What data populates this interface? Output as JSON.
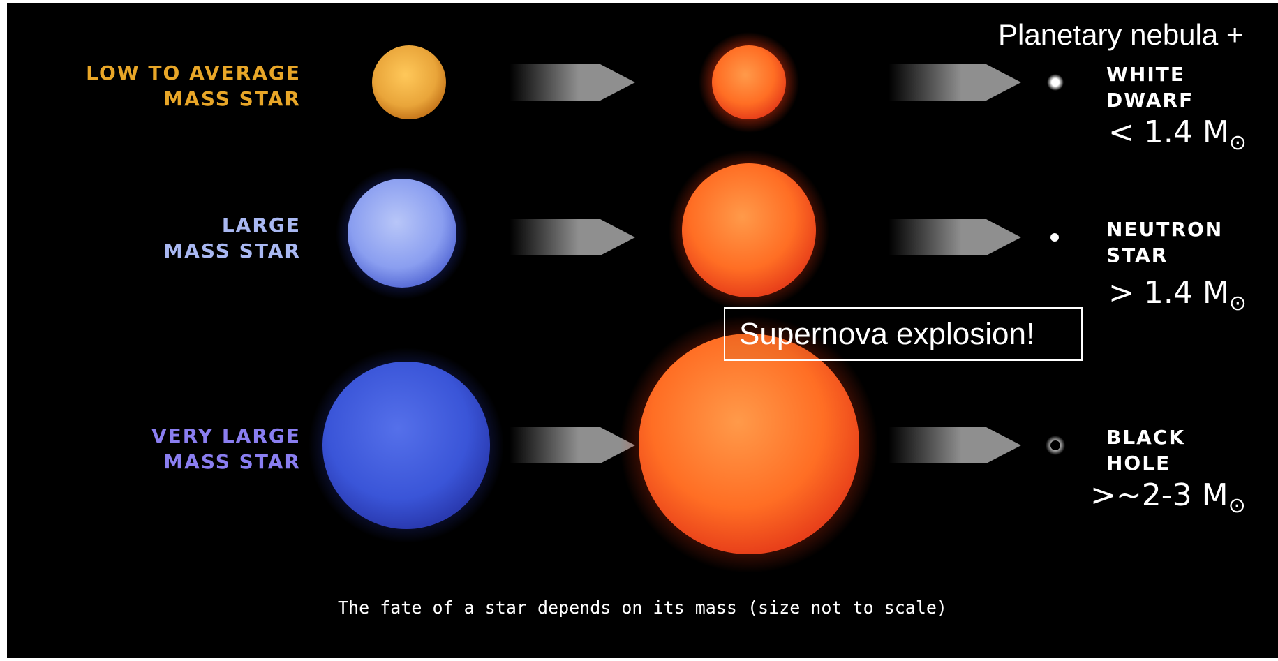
{
  "heading": "Planetary nebula +",
  "rows": [
    {
      "label_line1": "Low to average",
      "label_line2": "mass star",
      "label_color": "#e8a628",
      "fate_line1": "White",
      "fate_line2": "dwarf",
      "mass_text": "< 1.4 M",
      "sun_symbol": "⊙"
    },
    {
      "label_line1": "Large",
      "label_line2": "mass star",
      "label_color": "#a9b8f2",
      "fate_line1": "Neutron",
      "fate_line2": "star",
      "mass_text": "> 1.4 M",
      "sun_symbol": "⊙"
    },
    {
      "label_line1": "Very large",
      "label_line2": "mass star",
      "label_color": "#8a7ef0",
      "fate_line1": "Black",
      "fate_line2": "hole",
      "mass_text": ">~2-3 M",
      "sun_symbol": "⊙"
    }
  ],
  "callout": "Supernova explosion!",
  "caption": "The fate of a star depends on its mass (size not to scale)",
  "colors": {
    "background": "#000000",
    "yellow_star": "#e9a53a",
    "blue_star_light": "#8fa3f0",
    "blue_star_dark": "#3a55d8",
    "red_giant": "#ff6a1e",
    "arrow": "#8f8f8f"
  }
}
